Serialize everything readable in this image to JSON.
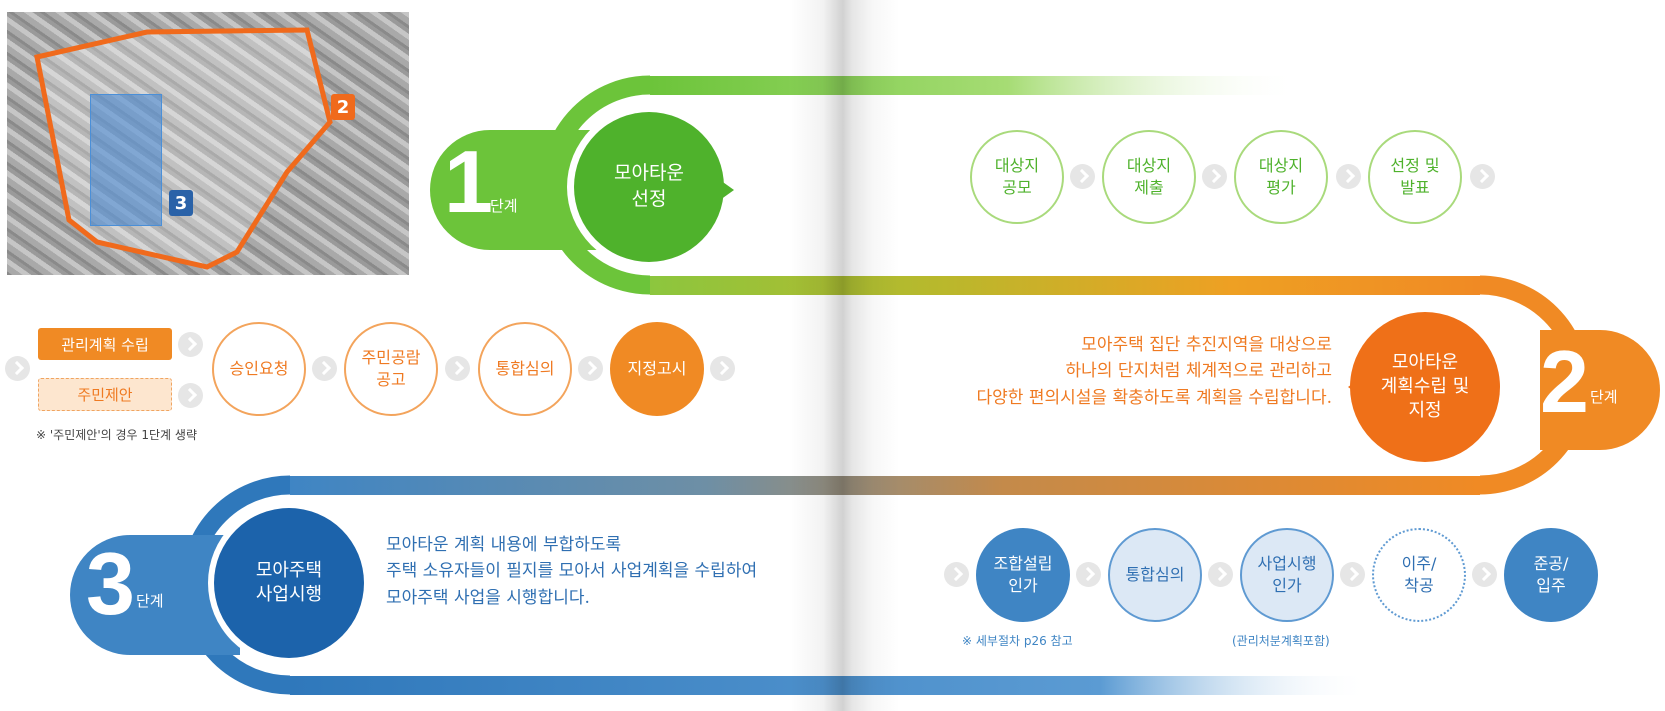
{
  "colors": {
    "green": "#6cc43a",
    "green_dark": "#4fb22c",
    "orange": "#f08a24",
    "orange_dark": "#ef7018",
    "blue": "#2f78bb",
    "blue_dark": "#1c63ab"
  },
  "map": {
    "badge_2": "2",
    "badge_3": "3"
  },
  "stage1": {
    "number": "1",
    "unit": "단계",
    "title_line1": "모아타운",
    "title_line2": "선정",
    "steps": [
      {
        "line1": "대상지",
        "line2": "공모"
      },
      {
        "line1": "대상지",
        "line2": "제출"
      },
      {
        "line1": "대상지",
        "line2": "평가"
      },
      {
        "line1": "선정 및",
        "line2": "발표"
      }
    ]
  },
  "stage2": {
    "number": "2",
    "unit": "단계",
    "title_line1": "모아타운",
    "title_line2": "계획수립 및",
    "title_line3": "지정",
    "description": [
      "모아주택 집단 추진지역을 대상으로",
      "하나의 단지처럼 체계적으로 관리하고",
      "다양한 편의시설을 확충하도록 계획을 수립합니다."
    ],
    "start_options": [
      "관리계획 수립",
      "주민제안"
    ],
    "note": "※ '주민제안'의 경우 1단계 생략",
    "steps": [
      {
        "line1": "승인요청",
        "line2": ""
      },
      {
        "line1": "주민공람",
        "line2": "공고"
      },
      {
        "line1": "통합심의",
        "line2": ""
      },
      {
        "line1": "지정고시",
        "line2": ""
      }
    ]
  },
  "stage3": {
    "number": "3",
    "unit": "단계",
    "title_line1": "모아주택",
    "title_line2": "사업시행",
    "description": [
      "모아타운 계획 내용에 부합하도록",
      "주택 소유자들이 필지를 모아서 사업계획을 수립하여",
      "모아주택 사업을 시행합니다."
    ],
    "steps": [
      {
        "line1": "조합설립",
        "line2": "인가"
      },
      {
        "line1": "통합심의",
        "line2": ""
      },
      {
        "line1": "사업시행",
        "line2": "인가"
      },
      {
        "line1": "이주/",
        "line2": "착공"
      },
      {
        "line1": "준공/",
        "line2": "입주"
      }
    ],
    "note_left": "※ 세부절차 p26 참고",
    "note_right": "(관리처분계획포함)"
  }
}
